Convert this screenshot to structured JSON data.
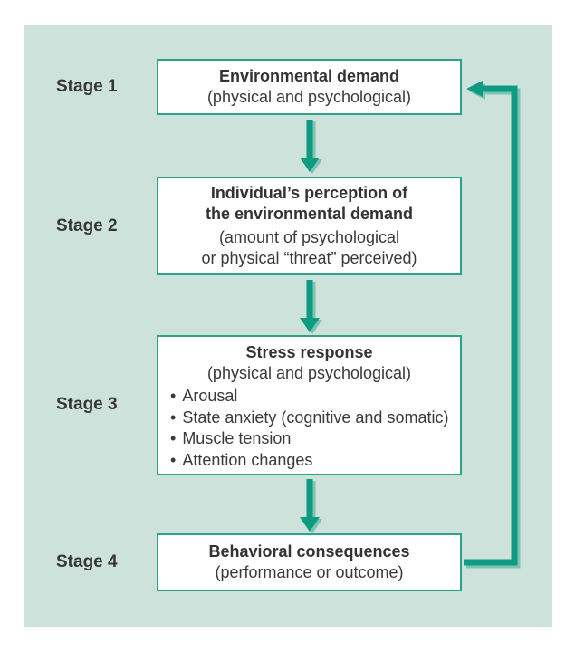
{
  "palette": {
    "panel_bg": "#cde2db",
    "box_bg": "#ffffff",
    "box_border": "#2aa38b",
    "arrow_main": "#0e9b81",
    "arrow_shadow": "#79c5b2",
    "text": "#3a3a3a"
  },
  "diagram": {
    "stages": [
      {
        "label": "Stage 1",
        "title_lines": [
          "Environmental demand"
        ],
        "subtitle_lines": [
          "(physical and psychological)"
        ],
        "bullets": []
      },
      {
        "label": "Stage 2",
        "title_lines": [
          "Individual’s perception of",
          "the environmental demand"
        ],
        "subtitle_lines": [
          "(amount of psychological",
          "or physical “threat” perceived)"
        ],
        "bullets": []
      },
      {
        "label": "Stage 3",
        "title_lines": [
          "Stress response"
        ],
        "subtitle_lines": [
          "(physical and psychological)"
        ],
        "bullets": [
          "Arousal",
          "State anxiety (cognitive and somatic)",
          "Muscle tension",
          "Attention changes"
        ]
      },
      {
        "label": "Stage 4",
        "title_lines": [
          "Behavioral consequences"
        ],
        "subtitle_lines": [
          "(performance or outcome)"
        ]
      }
    ]
  }
}
